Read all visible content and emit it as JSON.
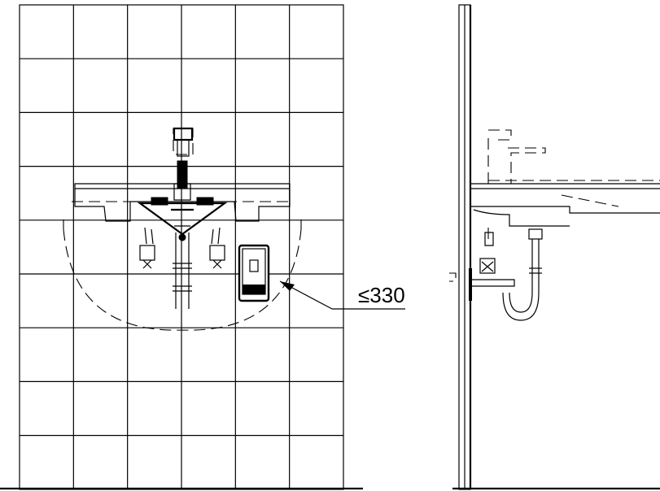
{
  "dimension": {
    "label": "≤330"
  },
  "views": {
    "front": {
      "name": "front-elevation"
    },
    "side": {
      "name": "side-elevation"
    }
  },
  "tile_grid": {
    "columns": 6,
    "rows": 9
  }
}
